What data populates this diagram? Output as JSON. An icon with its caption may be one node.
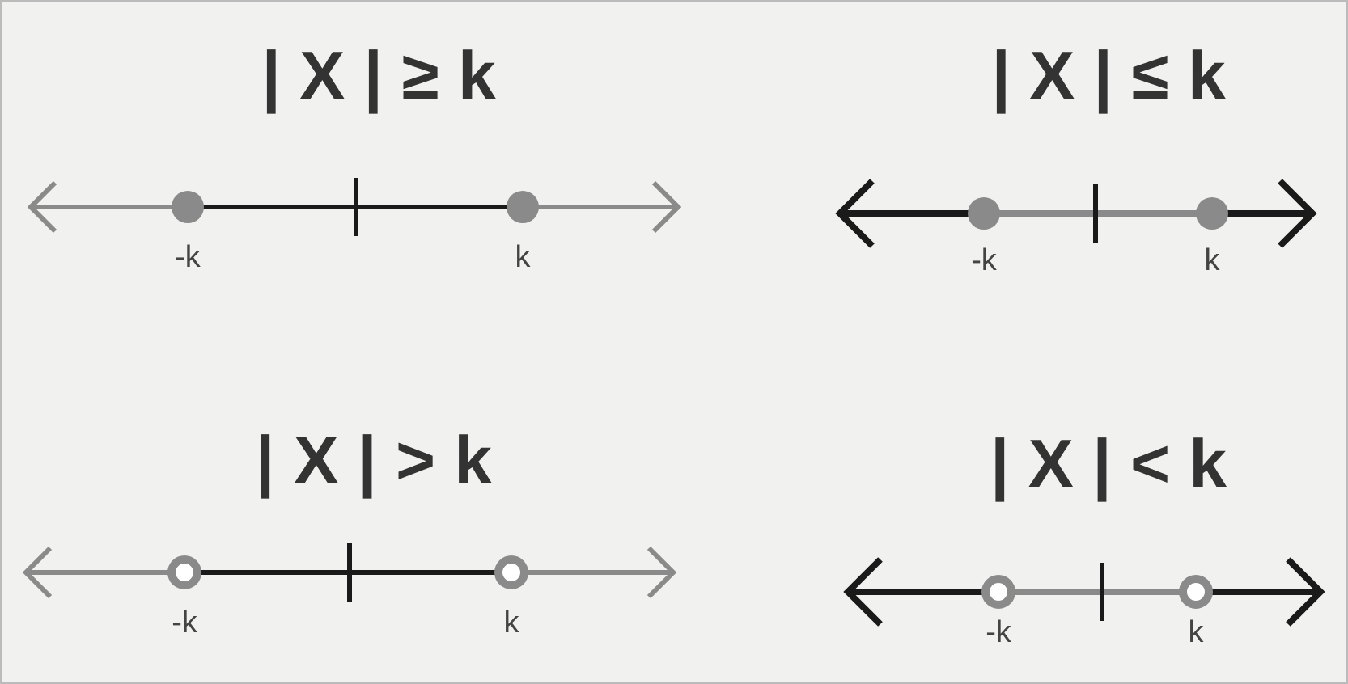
{
  "diagram": {
    "labels": [
      "| X | ≥ k",
      "| X | ≤ k",
      "-k",
      "k",
      "-k",
      "k",
      "| X | > k",
      "| X | < k",
      "-k",
      "k",
      "-k",
      "k"
    ]
  }
}
